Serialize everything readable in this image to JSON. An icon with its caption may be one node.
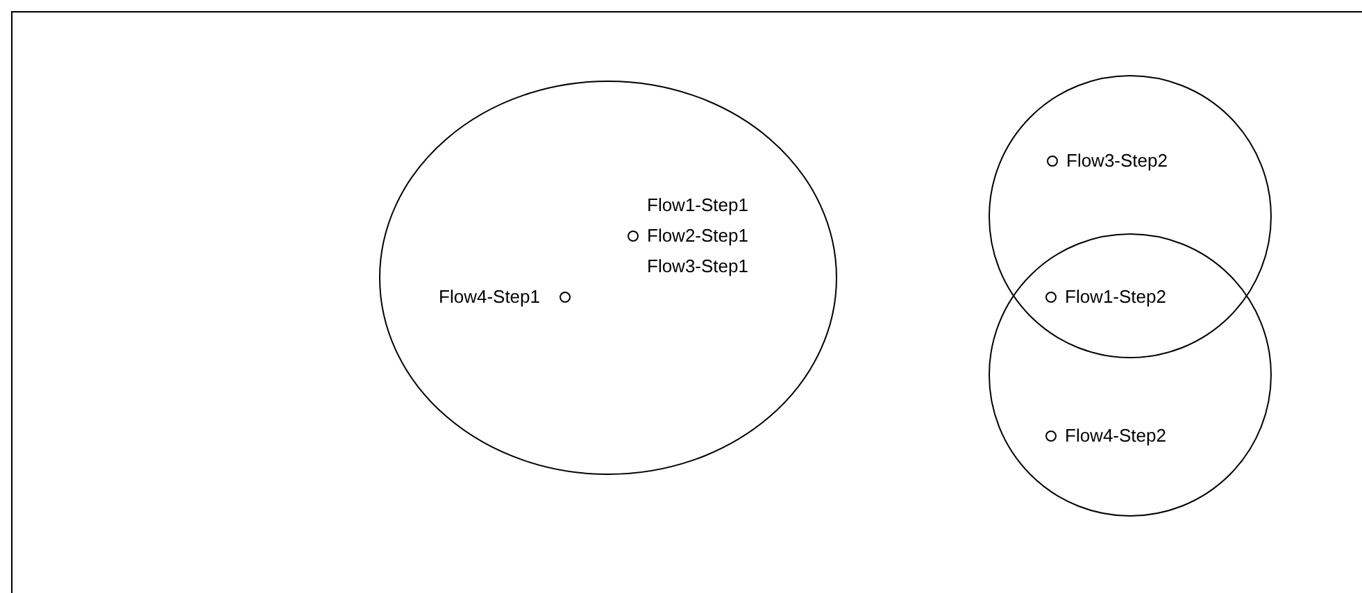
{
  "diagram": {
    "nodes": [
      {
        "text": [],
        "shape": "ellipse"
      },
      {
        "text": [],
        "shape": "circle",
        "in": 0,
        "beside": [
          "Flow1-Step1",
          "Flow2-Step1",
          "Flow3-Step1"
        ]
      },
      {
        "text": [],
        "shape": "circle",
        "in": 0,
        "beside": [
          "Flow4-Step1"
        ]
      },
      {
        "text": [],
        "shape": "circle"
      },
      {
        "text": [],
        "shape": "circle",
        "in": 3,
        "beside": [
          "Flow3-Step2"
        ]
      },
      {
        "text": [],
        "shape": "circle"
      },
      {
        "text": [],
        "shape": "circle",
        "beside": [
          "Flow1-Step2"
        ]
      },
      {
        "text": [],
        "shape": "circle",
        "in": 5,
        "beside": [
          "Flow4-Step2"
        ]
      }
    ]
  }
}
